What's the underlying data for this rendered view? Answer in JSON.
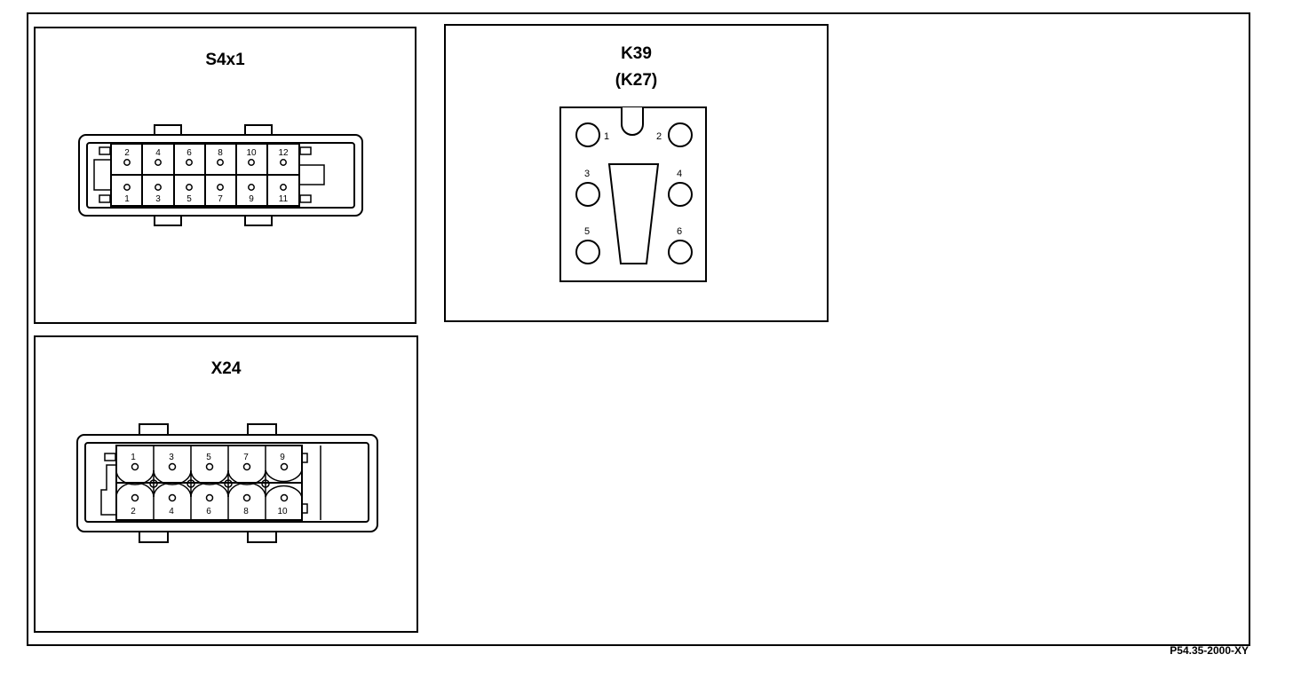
{
  "figure_ref": "P54.35-2000-XY",
  "s4x1": {
    "title": "S4x1",
    "top_pins": [
      "2",
      "4",
      "6",
      "8",
      "10",
      "12"
    ],
    "bottom_pins": [
      "1",
      "3",
      "5",
      "7",
      "9",
      "11"
    ]
  },
  "k39": {
    "title": "K39",
    "subtitle": "(K27)",
    "pins": [
      "1",
      "2",
      "3",
      "4",
      "5",
      "6"
    ]
  },
  "x24": {
    "title": "X24",
    "top_pins": [
      "1",
      "3",
      "5",
      "7",
      "9"
    ],
    "bottom_pins": [
      "2",
      "4",
      "6",
      "8",
      "10"
    ]
  }
}
